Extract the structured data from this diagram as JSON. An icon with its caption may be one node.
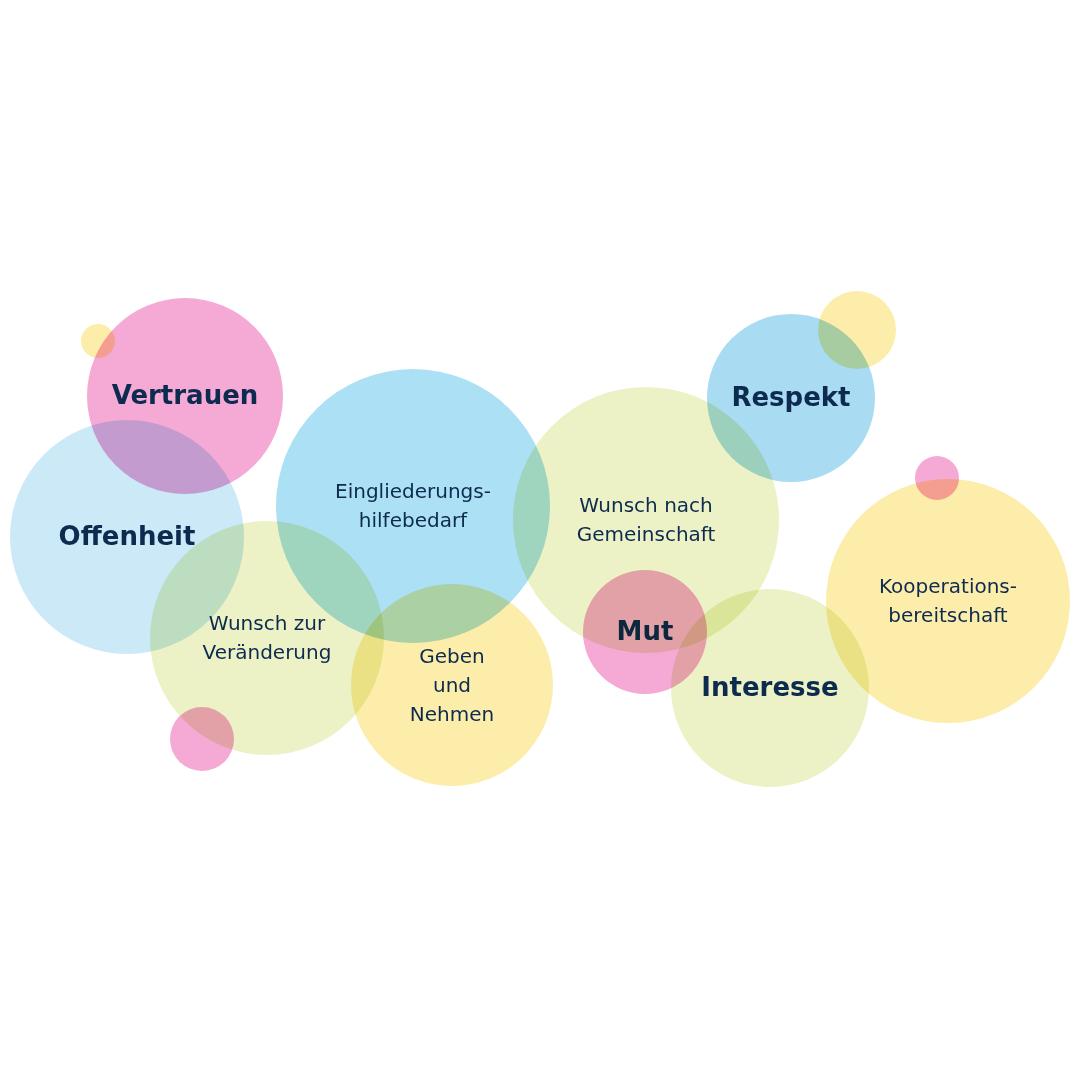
{
  "diagram": {
    "nodes": [
      {
        "text": [
          "Vertrauen"
        ]
      },
      {
        "text": [
          "Respekt"
        ]
      },
      {
        "text": [
          "Eingliederungs- hilfebedarf"
        ]
      },
      {
        "text": [
          "Wunsch nach Gemeinschaft"
        ]
      },
      {
        "text": [
          "Offenheit"
        ]
      },
      {
        "text": [
          "Kooperations- bereitschaft"
        ]
      },
      {
        "text": [
          "Wunsch zur Veränderung"
        ]
      },
      {
        "text": [
          "Mut"
        ]
      },
      {
        "text": [
          "Geben und Nehmen"
        ]
      },
      {
        "text": [
          "Interesse"
        ]
      },
      {
        "text": [],
        "shape": "circle"
      },
      {
        "text": [],
        "shape": "circle"
      },
      {
        "text": [],
        "shape": "circle"
      },
      {
        "text": [],
        "shape": "circle"
      }
    ],
    "edges": []
  }
}
